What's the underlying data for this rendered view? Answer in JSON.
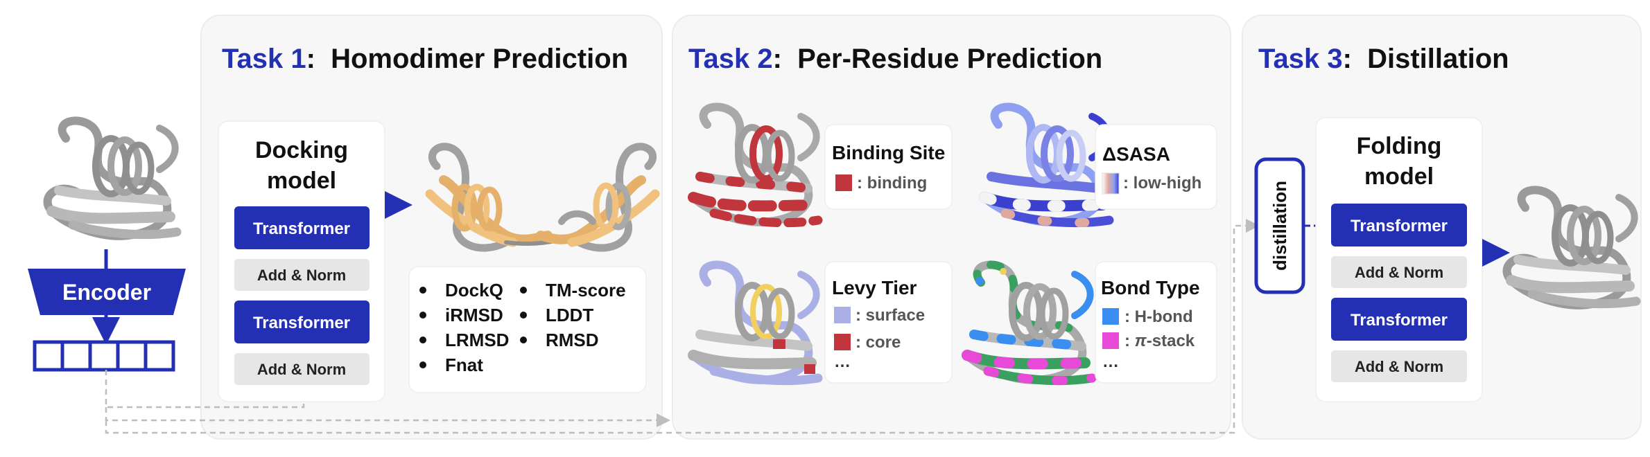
{
  "task1": {
    "title_num": "Task 1",
    "title_rest": ":  Homodimer Prediction",
    "docking_model": {
      "line1": "Docking",
      "line2": "model"
    },
    "transformer_1": "Transformer",
    "addnorm_1": "Add & Norm",
    "transformer_2": "Transformer",
    "addnorm_2": "Add & Norm",
    "metrics_left": [
      "DockQ",
      "iRMSD",
      "LRMSD",
      "Fnat"
    ],
    "metrics_right": [
      "TM-score",
      "LDDT",
      "RMSD"
    ]
  },
  "task2": {
    "title_num": "Task 2",
    "title_rest": ":  Per-Residue Prediction",
    "binding": {
      "title": "Binding Site",
      "legend": ": binding",
      "color": "#c0363c"
    },
    "sasa": {
      "title": "ΔSASA",
      "legend": ": low-high",
      "color_low": "#e0a9a0",
      "color_high": "#3a3fd0"
    },
    "levy": {
      "title": "Levy Tier",
      "legend_1": ": surface",
      "legend_2": ": core",
      "more": "…",
      "color_surface": "#aab0e6",
      "color_core": "#c0363c"
    },
    "bond": {
      "title": "Bond Type",
      "legend_1": ": H-bond",
      "legend_2_pre": ": ",
      "legend_2_italic": "π",
      "legend_2_post": "-stack",
      "more": "…",
      "color_hbond": "#3a8ef0",
      "color_pistack": "#e84ad8"
    }
  },
  "task3": {
    "title_num": "Task 3",
    "title_rest": ":  Distillation",
    "distillation": "distillation",
    "folding_model": {
      "line1": "Folding",
      "line2": "model"
    },
    "transformer_1": "Transformer",
    "addnorm_1": "Add & Norm",
    "transformer_2": "Transformer",
    "addnorm_2": "Add & Norm"
  },
  "encoder": {
    "label": "Encoder"
  },
  "colors": {
    "accent": "#2430b4",
    "panel": "#f7f7f7",
    "protein_gray": "#a9a9a9",
    "protein_orange": "#f1c27d",
    "dashed": "#bdbdbd"
  }
}
